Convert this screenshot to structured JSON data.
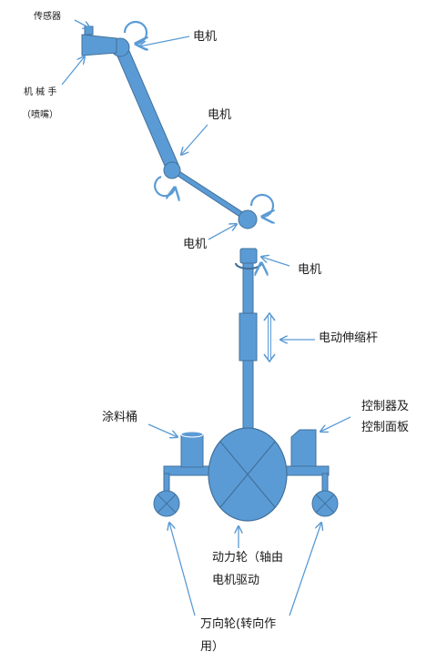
{
  "colors": {
    "part_fill": "#5b9bd5",
    "part_stroke": "#41719c",
    "arrow": "#5b9bd5",
    "text": "#1a1a1a"
  },
  "labels": {
    "sensor": "传感器",
    "manipulator": "机 械 手",
    "nozzle": "（喷嘴）",
    "motor_top": "电机",
    "motor_mid": "电机",
    "motor_elbow": "电机",
    "motor_base": "电机",
    "actuator": "电动伸缩杆",
    "paint_bucket": "涂料桶",
    "controller_line1": "控制器及",
    "controller_line2": "控制面板",
    "drive_wheel_line1": "动力轮（轴由",
    "drive_wheel_line2": "电机驱动",
    "caster_line1": "万向轮(转向作",
    "caster_line2": "用）"
  }
}
